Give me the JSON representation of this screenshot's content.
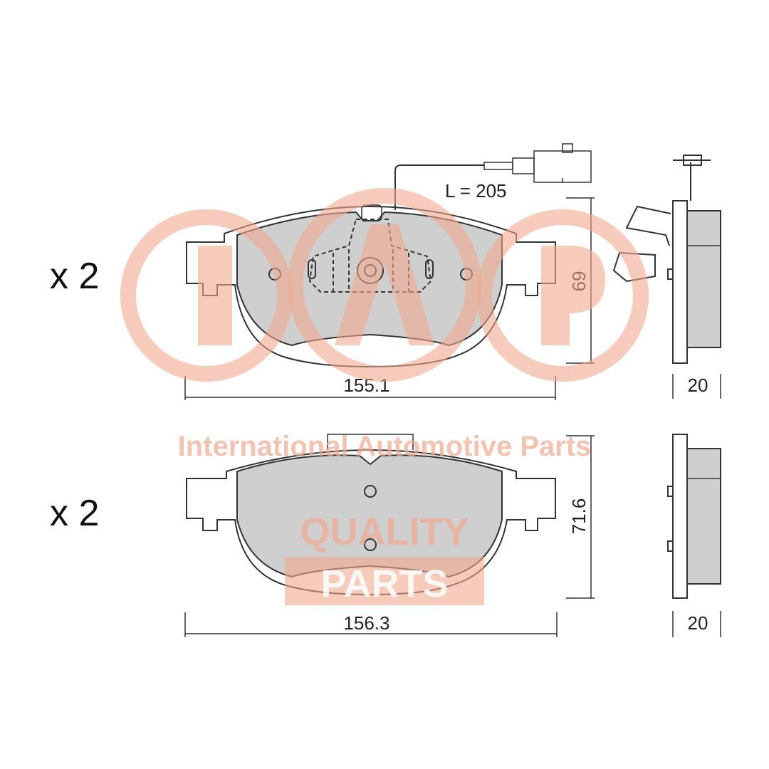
{
  "logo": {
    "letters": "IAP"
  },
  "watermark": {
    "company": "International Automotive Parts",
    "quality_line1": "QUALITY",
    "quality_line2": "PARTS",
    "color": "#f0a98e"
  },
  "pad_top": {
    "quantity": "x 2",
    "wire_length": "L = 205",
    "height": "69",
    "width": "155.1",
    "thickness": "20"
  },
  "pad_bottom": {
    "quantity": "x 2",
    "height": "71.6",
    "width": "156.3",
    "thickness": "20"
  }
}
